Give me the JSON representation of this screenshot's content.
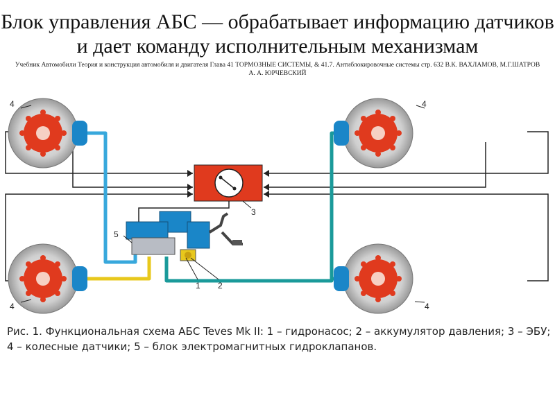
{
  "title": "Блок управления АБС — обрабатывает информацию датчиков и дает команду исполнительным механизмам",
  "subtitle": "Учебник Автомобили Теория и конструкция автомобиля и двигателя Глава 41 ТОРМОЗНЫЕ СИСТЕМЫ, & 41.7. Антиблокировочные системы стр. 632 В.К. ВАХЛАМОВ, М.Г.ШАТРОВ А. А. ЮРЧЕВСКИЙ",
  "diagram": {
    "labels": {
      "sensor_fl": "4",
      "sensor_fr": "4",
      "sensor_rl": "4",
      "sensor_rr": "4",
      "ecu": "3",
      "valve_block": "5",
      "pump": "1",
      "accumulator": "2"
    },
    "colors": {
      "disc": "#d4d4d4",
      "rotor": "#e03a1e",
      "caliper": "#1a86c8",
      "brake_line_blue": "#38a8dc",
      "brake_line_yellow": "#e8c81c",
      "brake_line_teal": "#1a9a9a",
      "ecu_box": "#e03a1e"
    }
  },
  "caption": "Рис. 1. Функциональная схема АБС Teves Mk II: 1 – гидронасос; 2 – аккумулятор давления; 3 – ЭБУ; 4 – колесные датчики; 5 – блок электромагнитных гидроклапанов."
}
